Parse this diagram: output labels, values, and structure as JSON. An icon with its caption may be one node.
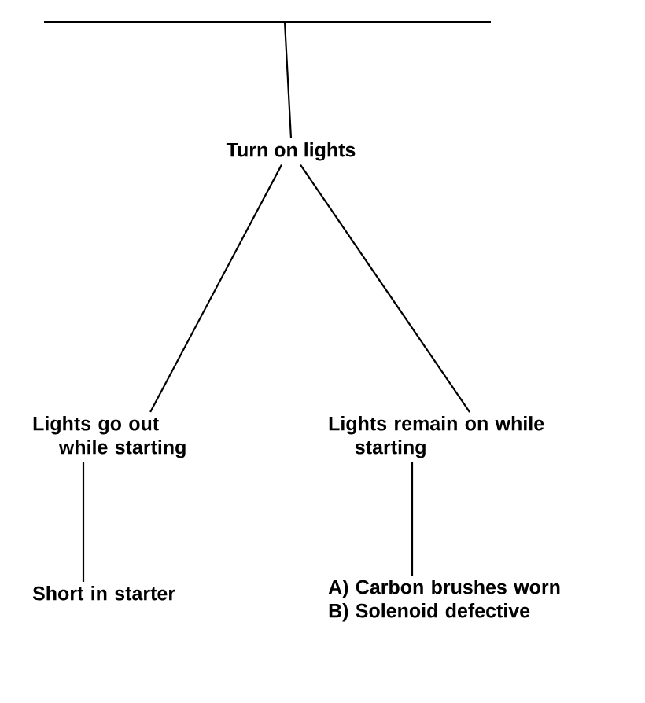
{
  "diagram": {
    "nodes": [
      {
        "text": [
          "Turn on lights"
        ]
      },
      {
        "text": [
          "Lights go out while starting"
        ]
      },
      {
        "text": [
          "Lights remain on while starting"
        ]
      },
      {
        "text": [
          "Short in starter"
        ]
      },
      {
        "text": [
          "A) Carbon brushes worn",
          "B) Solenoid defective"
        ]
      }
    ],
    "edges": [
      {
        "from": null,
        "to": 0,
        "arrow": "none"
      },
      {
        "from": 0,
        "to": 1,
        "arrow": "none"
      },
      {
        "from": 0,
        "to": 2,
        "arrow": "none"
      },
      {
        "from": 1,
        "to": 3,
        "arrow": "none"
      },
      {
        "from": 2,
        "to": 4,
        "arrow": "none"
      }
    ]
  }
}
